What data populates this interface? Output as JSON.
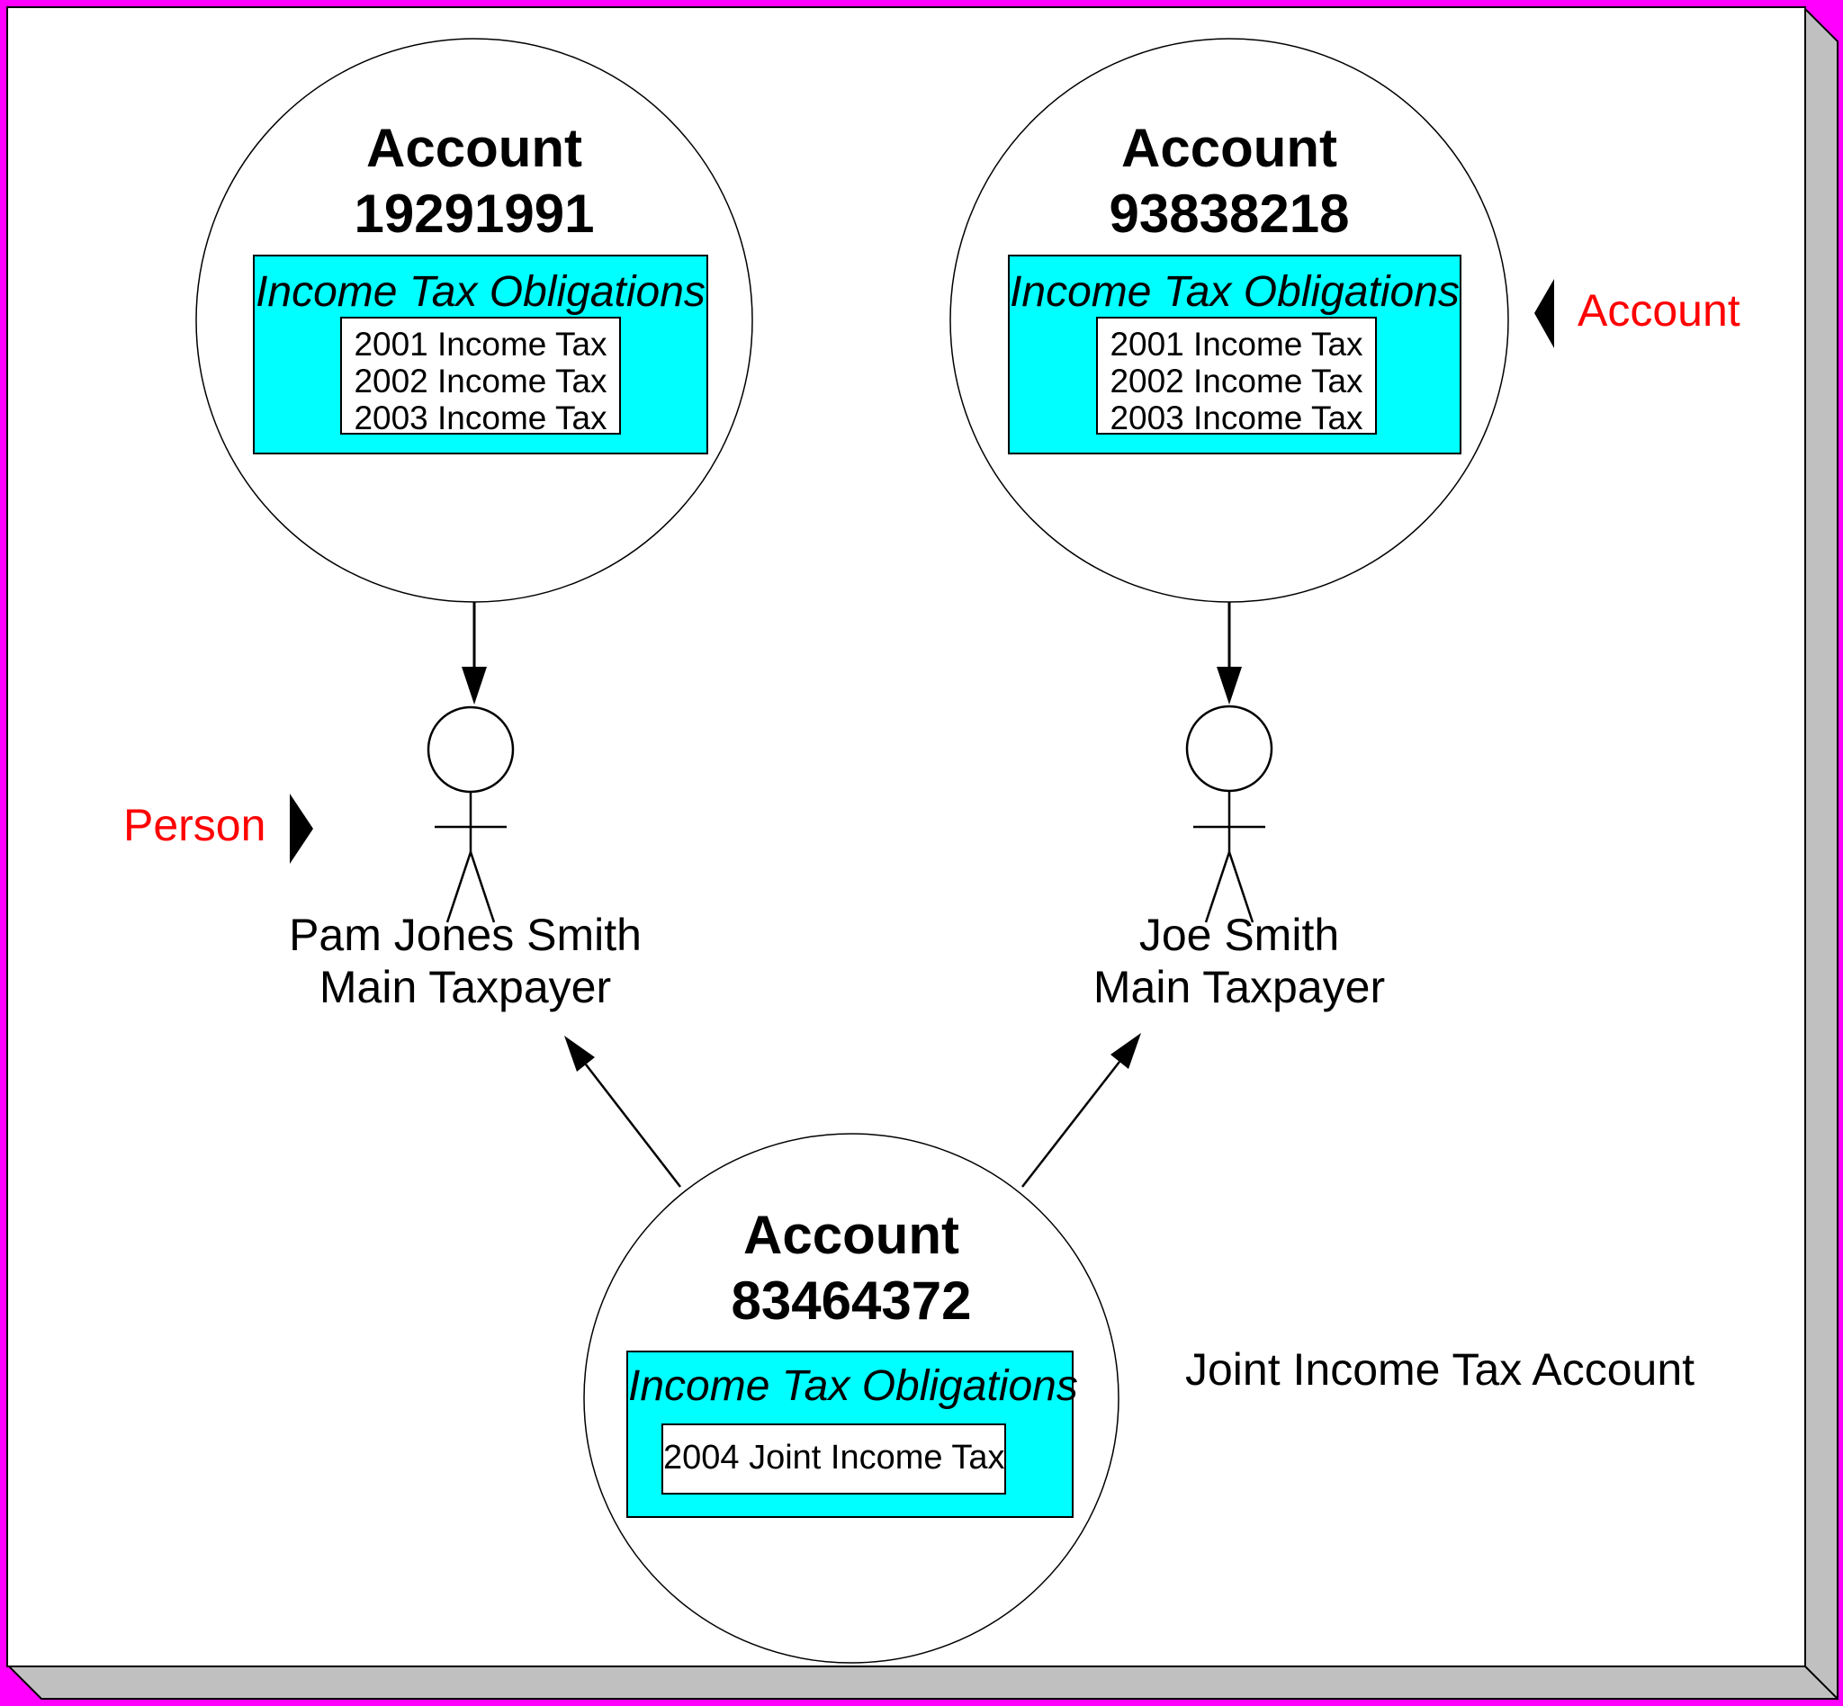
{
  "diagram": {
    "accounts": [
      {
        "title": "Account",
        "number": "19291991",
        "obligations_header": "Income Tax Obligations",
        "obligations": [
          "2001 Income Tax",
          "2002 Income Tax",
          "2003 Income Tax"
        ]
      },
      {
        "title": "Account",
        "number": "93838218",
        "obligations_header": "Income Tax Obligations",
        "obligations": [
          "2001 Income Tax",
          "2002 Income Tax",
          "2003 Income Tax"
        ]
      },
      {
        "title": "Account",
        "number": "83464372",
        "obligations_header": "Income Tax Obligations",
        "obligations": [
          "2004 Joint Income Tax"
        ]
      }
    ],
    "persons": [
      {
        "name": "Pam Jones Smith",
        "role": "Main Taxpayer"
      },
      {
        "name": "Joe Smith",
        "role": "Main Taxpayer"
      }
    ],
    "callouts": {
      "person": "Person",
      "account": "Account"
    },
    "caption": "Joint Income Tax Account",
    "colors": {
      "obligation_box": "#00FFFF",
      "callout_text": "#FF0000",
      "frame_border": "#FF00FF",
      "frame_shadow": "#C0C0C0"
    }
  }
}
